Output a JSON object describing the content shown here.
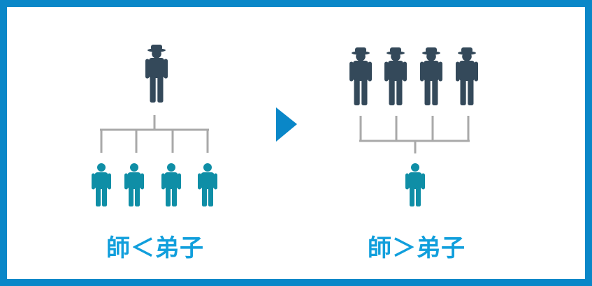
{
  "colors": {
    "border": "#0a87c8",
    "teacher": "#34495a",
    "disciple": "#0f8ea6",
    "connector": "#a9a9a9",
    "arrow": "#0a87c8",
    "caption": "#119fdc"
  },
  "icons": {
    "teacher": "person-with-hat-icon",
    "disciple": "person-icon",
    "transition": "triangle-right-arrow-icon"
  },
  "left_panel": {
    "teacher_count": 1,
    "disciple_count": 4,
    "caption": "師＜弟子"
  },
  "right_panel": {
    "teacher_count": 4,
    "disciple_count": 1,
    "caption": "師＞弟子"
  }
}
